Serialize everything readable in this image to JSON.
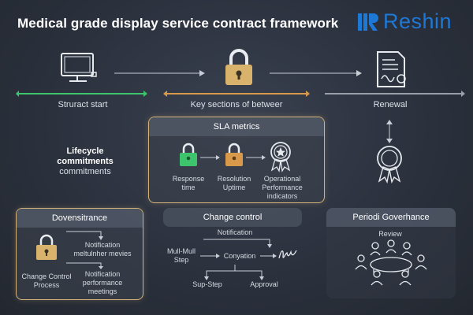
{
  "title": "Medical grade display service contract framework",
  "brand": {
    "name": "Reshin",
    "color": "#1e78d6"
  },
  "colors": {
    "green": "#3ec46d",
    "orange": "#d89a4a",
    "gray": "#9aa0aa",
    "gold": "#d4b27a",
    "lock_gold": "#d9b36c"
  },
  "timeline": {
    "start_label": "Struract start",
    "key_label": "Key sections of betweer",
    "renewal_label": "Renewal"
  },
  "lifecycle": {
    "line1": "Lifecycle",
    "line2": "commitments",
    "line3": "commitments"
  },
  "sla": {
    "title": "SLA metrics",
    "items": [
      {
        "line1": "Response",
        "line2": "time"
      },
      {
        "line1": "Resolution",
        "line2": "Uptime"
      },
      {
        "line1": "Operational",
        "line2": "Performance",
        "line3": "indicators"
      }
    ]
  },
  "governance_left": {
    "title": "Dovensitrance",
    "item1_line1": "Notification",
    "item1_line2": "meltulnher mevies",
    "item2_line1": "Notification",
    "item2_line2": "performance",
    "item2_line3": "meetings",
    "caption_line1": "Change Control",
    "caption_line2": "Process"
  },
  "change_control": {
    "title": "Change control",
    "notification": "Notification",
    "mull_line1": "Mull-Mull",
    "mull_line2": "Step",
    "conyation": "Conyation",
    "sup_step": "Sup-Step",
    "approval": "Approval"
  },
  "periodic": {
    "title": "Periodi Goverhance",
    "review": "Review"
  }
}
